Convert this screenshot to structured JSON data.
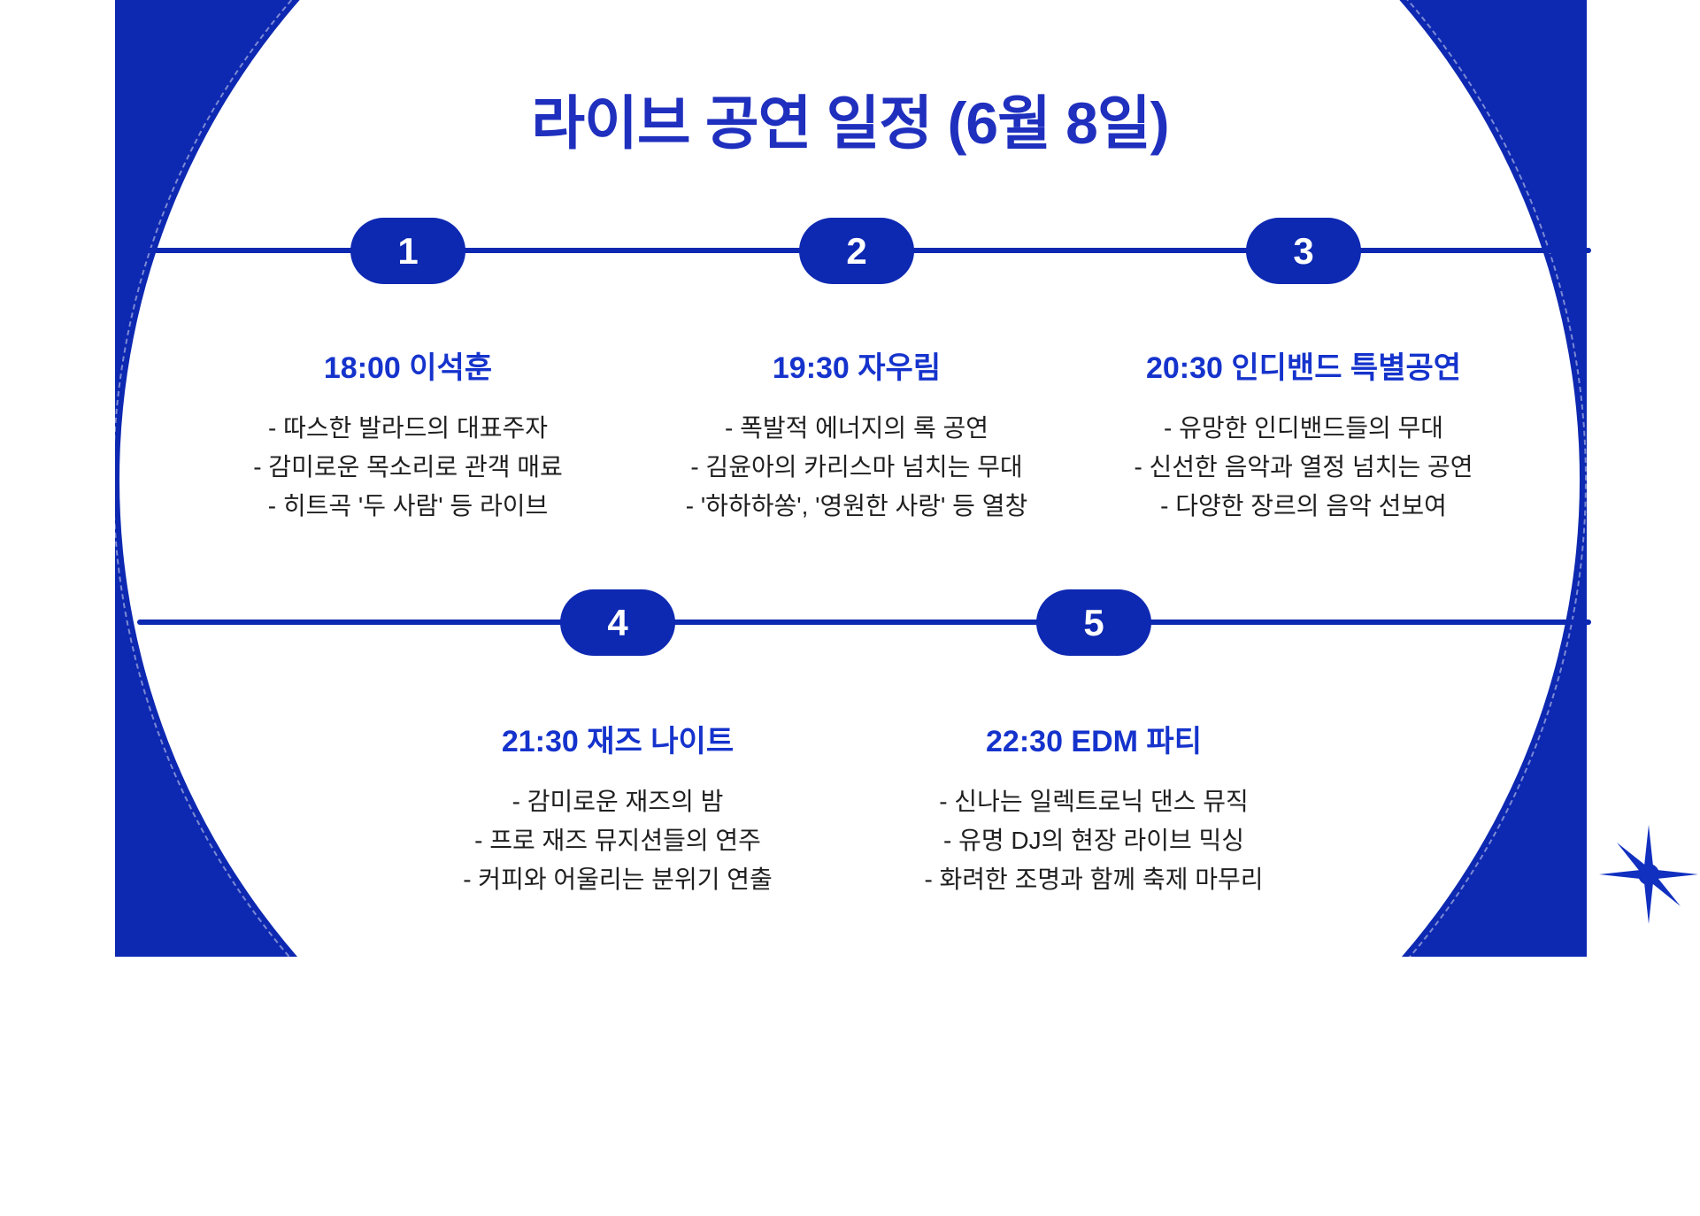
{
  "title": "라이브 공연 일정 (6월 8일)",
  "timeline": {
    "events": [
      {
        "number": "1",
        "heading": "18:00 이석훈",
        "details": [
          "- 따스한 발라드의 대표주자",
          "- 감미로운 목소리로 관객 매료",
          "- 히트곡 '두 사람' 등 라이브"
        ]
      },
      {
        "number": "2",
        "heading": "19:30 자우림",
        "details": [
          "- 폭발적 에너지의 록 공연",
          "- 김윤아의 카리스마 넘치는 무대",
          "- '하하하쏭', '영원한 사랑' 등 열창"
        ]
      },
      {
        "number": "3",
        "heading": "20:30 인디밴드 특별공연",
        "details": [
          "- 유망한 인디밴드들의 무대",
          "- 신선한 음악과 열정 넘치는 공연",
          "- 다양한 장르의 음악 선보여"
        ]
      },
      {
        "number": "4",
        "heading": "21:30 재즈 나이트",
        "details": [
          "- 감미로운 재즈의 밤",
          "- 프로 재즈 뮤지션들의 연주",
          "- 커피와 어울리는 분위기 연출"
        ]
      },
      {
        "number": "5",
        "heading": "22:30 EDM 파티",
        "details": [
          "- 신나는 일렉트로닉 댄스 뮤직",
          "- 유명 DJ의 현장 라이브 믹싱",
          "- 화려한 조명과 함께 축제 마무리"
        ]
      }
    ]
  },
  "decorations": {
    "sparkle_icon": "sparkle-starburst"
  },
  "colors": {
    "frame_blue": "#0d28b1",
    "title_blue": "#1f2fbe",
    "heading_blue": "#1533cc",
    "body_text": "#1f1f1f",
    "background": "#ffffff"
  }
}
